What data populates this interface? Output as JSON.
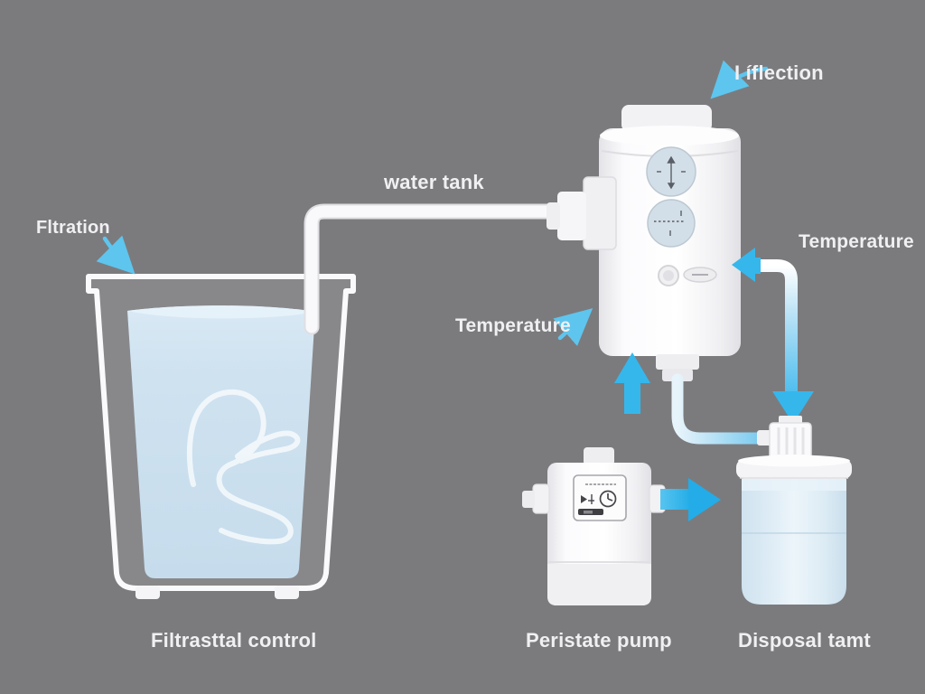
{
  "labels": {
    "filtration": "Fltration",
    "water_tank": "water tank",
    "inflection": "I íflection",
    "temperature_right": "Temperature",
    "temperature_mid": "Temperature",
    "filtration_control": "Filtrasttal control",
    "peristaltic_pump": "Peristate pump",
    "disposal_tank": "Disposal tamt"
  },
  "colors": {
    "background": "#7b7b7e",
    "label_text": "#f0f0f2",
    "flow_arrow_blue": "#35b7ec",
    "pointer_arrow_cyan": "#5ec5ee",
    "water_fill": "#cfe2f0",
    "white_pipe": "#f7f7f9",
    "dial_face": "#d3dfe8",
    "disposal_fluid": "#dcebf5",
    "device_body": "#fbfbfd"
  },
  "icons": {
    "pointer-arrow-icon": "thin cyan curved arrow with small triangular head",
    "flow-arrow-icon": "bold solid cyan-blue triangle arrow",
    "clock-icon": "small circle with clock hands on pump display",
    "dial-icon": "pale blue circular gauge with tiny markings",
    "kidney-coil-icon": "white looping tube outline inside the water tank"
  }
}
